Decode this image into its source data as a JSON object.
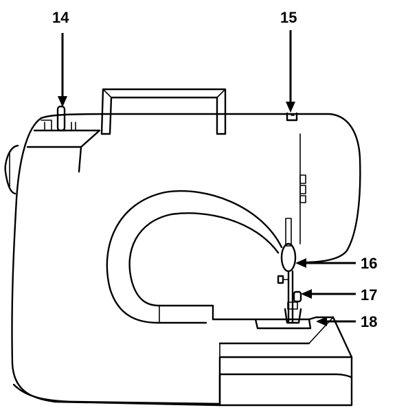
{
  "callouts": {
    "c14": "14",
    "c15": "15",
    "c16": "16",
    "c17": "17",
    "c18": "18"
  },
  "colors": {
    "line": "#000000",
    "background": "#ffffff"
  }
}
